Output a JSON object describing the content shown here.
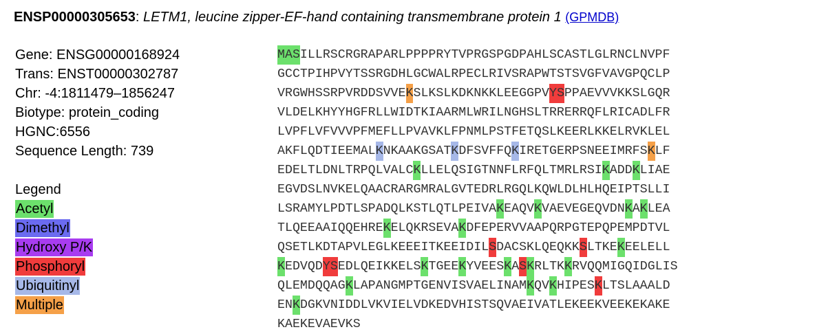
{
  "header": {
    "protein_id": "ENSP00000305653",
    "separator": ": ",
    "description": "LETM1, leucine zipper-EF-hand containing transmembrane protein 1",
    "link_text": "(GPMDB)"
  },
  "info": {
    "gene": "Gene: ENSG00000168924",
    "trans": "Trans: ENST00000302787",
    "chr": "Chr: -4:1811479–1856247",
    "biotype": "Biotype: protein_coding",
    "hgnc": "HGNC:6556",
    "length": "Sequence Length: 739"
  },
  "legend": {
    "title": "Legend",
    "items": [
      {
        "label": "Acetyl",
        "color": "#6ce06c"
      },
      {
        "label": "Dimethyl",
        "color": "#6b6bf0"
      },
      {
        "label": "Hydroxy P/K",
        "color": "#a83cf0"
      },
      {
        "label": "Phosphoryl",
        "color": "#f03c3c"
      },
      {
        "label": "Ubiquitinyl",
        "color": "#a6b8e8"
      },
      {
        "label": "Multiple",
        "color": "#f5a048"
      }
    ]
  },
  "sequence_lines": [
    "MASILLRSCRGRAPARLPPPPRYTVPRGSPGDPAHLSCASTLGLRNCLNVPF",
    "GCCTPIHPVYTSSRGDHLGCWALRPECLRIVSRAPWTSTSVGFVAVGPQCLP",
    "VRGWHSSRPVRDDSVVEKSLKSLKDKNKKLEEGGPVYSPPAEVVVKKSLGQR",
    "VLDELKHYYHGFRLLWIDTKIAARMLWRILNGHSLTRRERRQFLRICADLFR",
    "LVPFLVFVVVPFMEFLLPVAVKLFPNMLPSTFETQSLKEERLKKELRVKLEL",
    "AKFLQDTIEEMALKNKAAKGSATKDFSVFFQKIRETGERPSNEEIMRFSKLF",
    "EDELTLDNLTRPQLVALCKLLELQSIGTNNFLRFQLTMRLRSIKADDKLIAE",
    "EGVDSLNVKELQAACRARGMRALGVTEDRLRGQLKQWLDLHLHQEIPTSLLI",
    "LSRAMYLPDTLSPADQLKSTLQTLPEIVAKEAQVKVAEVEGEQVDNKAKLEA",
    "TLQEEAAIQQEHREKELQKRSEVAKDFEPERVVAAPQRPGTEPQPEMPDTVL",
    "QSETLKDTAPVLEGLKEEEITKEEIDILSDACSKLQEQKKSLTKEKEELELL",
    "KEDVQDYSEDLQEIKKELSKTGEEKYVEESKASKRLTKKRVQQMIGQIDGLIS",
    "QLEMDQQAGKLAPANGMPTGENVISVAELINAMKQVKHIPESKLTSLAAALD",
    "ENKDGKVNIDDLVKVIELVDKEDVHISTSQVAEIVATLEKEEKVEEKEKAKE",
    "KAEKEVAEVKS"
  ],
  "modifications": [
    {
      "line": 0,
      "start": 0,
      "len": 3,
      "type": "Acetyl"
    },
    {
      "line": 2,
      "start": 17,
      "len": 1,
      "type": "Multiple"
    },
    {
      "line": 2,
      "start": 36,
      "len": 2,
      "type": "Phosphoryl"
    },
    {
      "line": 5,
      "start": 13,
      "len": 1,
      "type": "Ubiquitinyl"
    },
    {
      "line": 5,
      "start": 23,
      "len": 1,
      "type": "Ubiquitinyl"
    },
    {
      "line": 5,
      "start": 31,
      "len": 1,
      "type": "Ubiquitinyl"
    },
    {
      "line": 5,
      "start": 49,
      "len": 1,
      "type": "Multiple"
    },
    {
      "line": 6,
      "start": 18,
      "len": 1,
      "type": "Acetyl"
    },
    {
      "line": 6,
      "start": 43,
      "len": 1,
      "type": "Acetyl"
    },
    {
      "line": 6,
      "start": 47,
      "len": 1,
      "type": "Acetyl"
    },
    {
      "line": 8,
      "start": 29,
      "len": 1,
      "type": "Acetyl"
    },
    {
      "line": 8,
      "start": 34,
      "len": 1,
      "type": "Acetyl"
    },
    {
      "line": 8,
      "start": 46,
      "len": 1,
      "type": "Acetyl"
    },
    {
      "line": 8,
      "start": 48,
      "len": 1,
      "type": "Acetyl"
    },
    {
      "line": 9,
      "start": 14,
      "len": 1,
      "type": "Acetyl"
    },
    {
      "line": 9,
      "start": 24,
      "len": 1,
      "type": "Acetyl"
    },
    {
      "line": 10,
      "start": 28,
      "len": 1,
      "type": "Phosphoryl"
    },
    {
      "line": 10,
      "start": 40,
      "len": 1,
      "type": "Phosphoryl"
    },
    {
      "line": 10,
      "start": 45,
      "len": 1,
      "type": "Acetyl"
    },
    {
      "line": 11,
      "start": 0,
      "len": 1,
      "type": "Acetyl"
    },
    {
      "line": 11,
      "start": 6,
      "len": 2,
      "type": "Phosphoryl"
    },
    {
      "line": 11,
      "start": 19,
      "len": 1,
      "type": "Acetyl"
    },
    {
      "line": 11,
      "start": 24,
      "len": 1,
      "type": "Acetyl"
    },
    {
      "line": 11,
      "start": 30,
      "len": 1,
      "type": "Acetyl"
    },
    {
      "line": 11,
      "start": 32,
      "len": 1,
      "type": "Phosphoryl"
    },
    {
      "line": 11,
      "start": 33,
      "len": 1,
      "type": "Acetyl"
    },
    {
      "line": 11,
      "start": 38,
      "len": 1,
      "type": "Acetyl"
    },
    {
      "line": 12,
      "start": 9,
      "len": 1,
      "type": "Acetyl"
    },
    {
      "line": 12,
      "start": 33,
      "len": 1,
      "type": "Acetyl"
    },
    {
      "line": 12,
      "start": 36,
      "len": 1,
      "type": "Acetyl"
    },
    {
      "line": 12,
      "start": 42,
      "len": 1,
      "type": "Phosphoryl"
    },
    {
      "line": 13,
      "start": 2,
      "len": 1,
      "type": "Acetyl"
    }
  ]
}
